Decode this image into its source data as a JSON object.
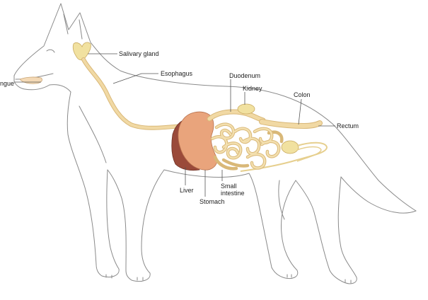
{
  "labels": {
    "salivary_gland": "Salivary gland",
    "tongue": "ngue",
    "esophagus": "Esophagus",
    "duodenum": "Duodenum",
    "kidney": "Kidney",
    "colon": "Colon",
    "rectum": "Rectum",
    "liver": "Liver",
    "stomach": "Stomach",
    "small_intestine_1": "Small",
    "small_intestine_2": "intestine"
  },
  "colors": {
    "outline": "#8a8a8a",
    "tract": "#f1d9a4",
    "tract_edge": "#d9b878",
    "gland": "#f1e1a0",
    "stomach": "#e9a47c",
    "liver": "#9a4a3a"
  }
}
